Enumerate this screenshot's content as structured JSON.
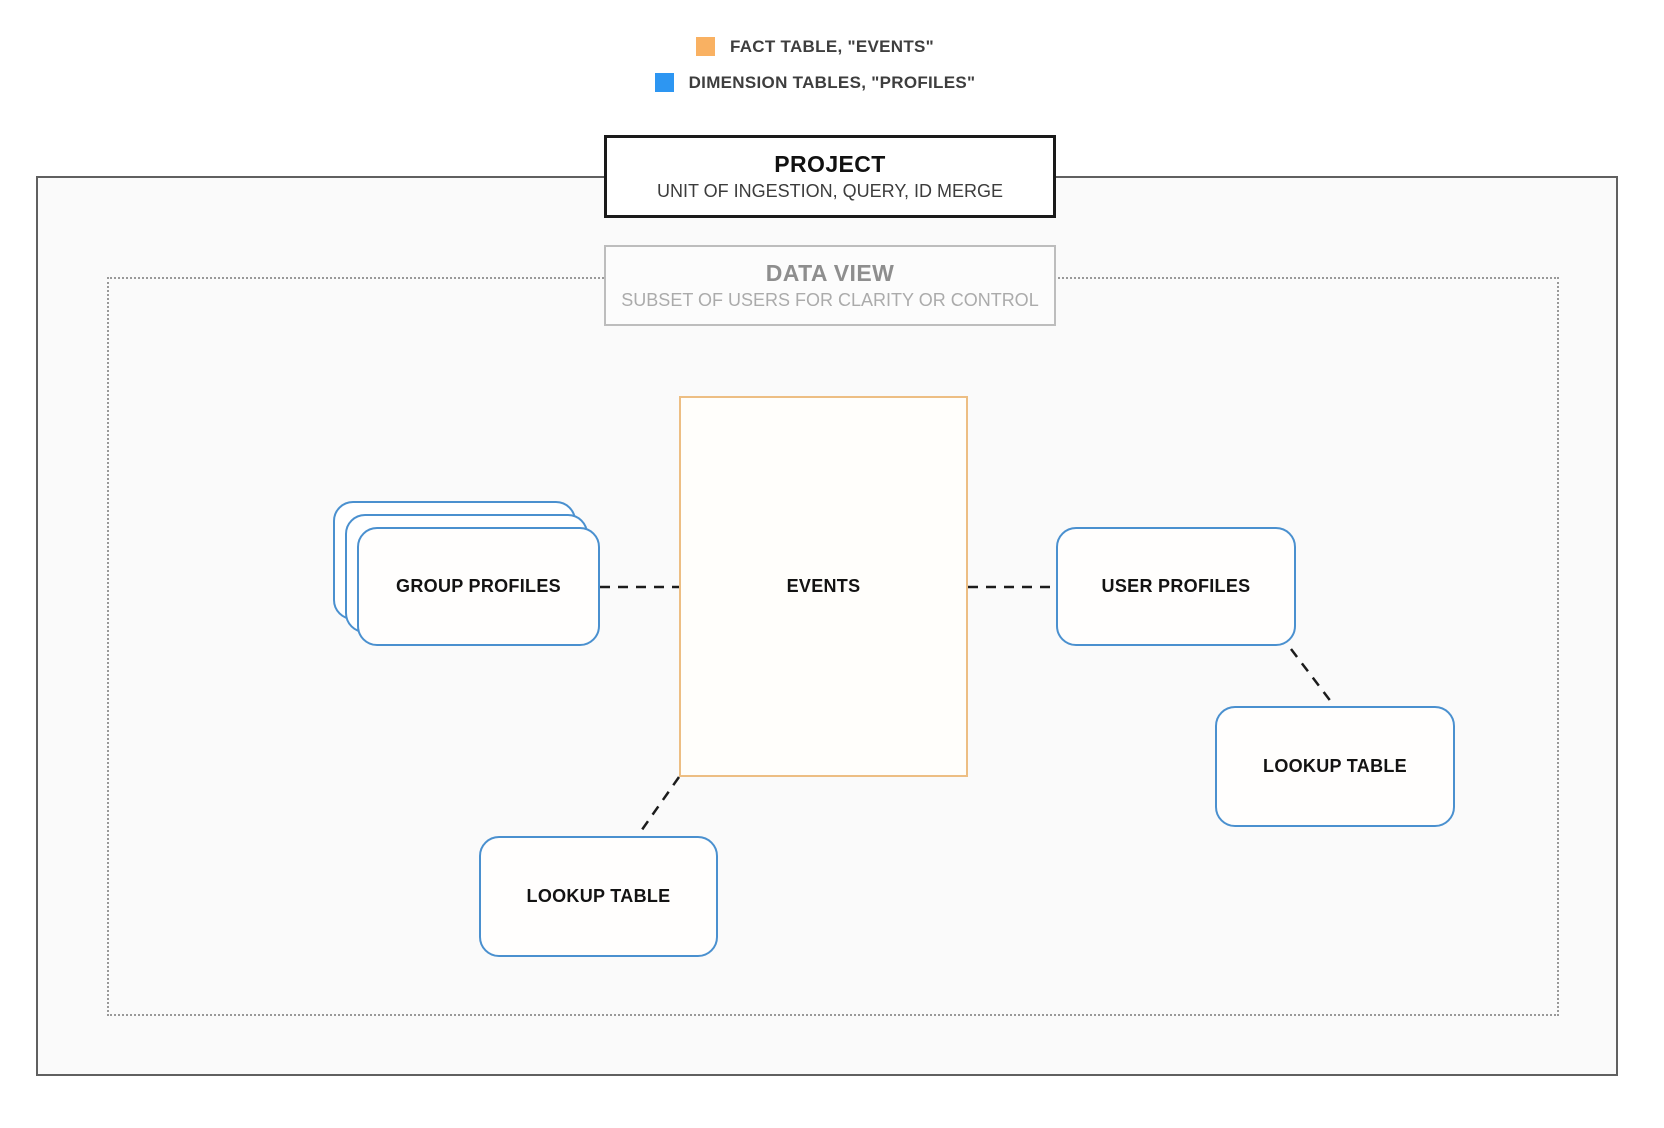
{
  "legend": {
    "fact": {
      "label": "FACT TABLE, \"EVENTS\"",
      "swatch_color": "#F9B162"
    },
    "dimension": {
      "label": "DIMENSION TABLES, \"PROFILES\"",
      "swatch_color": "#2D96F2"
    }
  },
  "project": {
    "title": "PROJECT",
    "subtitle": "UNIT OF INGESTION, QUERY, ID MERGE"
  },
  "data_view": {
    "title": "DATA VIEW",
    "subtitle": "SUBSET OF USERS FOR CLARITY OR CONTROL"
  },
  "nodes": {
    "events": {
      "label": "EVENTS",
      "border_color": "#EDBE83"
    },
    "group_profiles": {
      "label": "GROUP PROFILES",
      "border_color": "#4A90CF"
    },
    "user_profiles": {
      "label": "USER PROFILES",
      "border_color": "#4A90CF"
    },
    "lookup_left": {
      "label": "LOOKUP TABLE",
      "border_color": "#4A90CF"
    },
    "lookup_right": {
      "label": "LOOKUP TABLE",
      "border_color": "#4A90CF"
    }
  },
  "colors": {
    "connector": "#1c1c1c",
    "outer_border": "#606060",
    "dotted_border": "#999999",
    "fact_orange": "#F9B162",
    "dimension_blue": "#2D96F2"
  }
}
